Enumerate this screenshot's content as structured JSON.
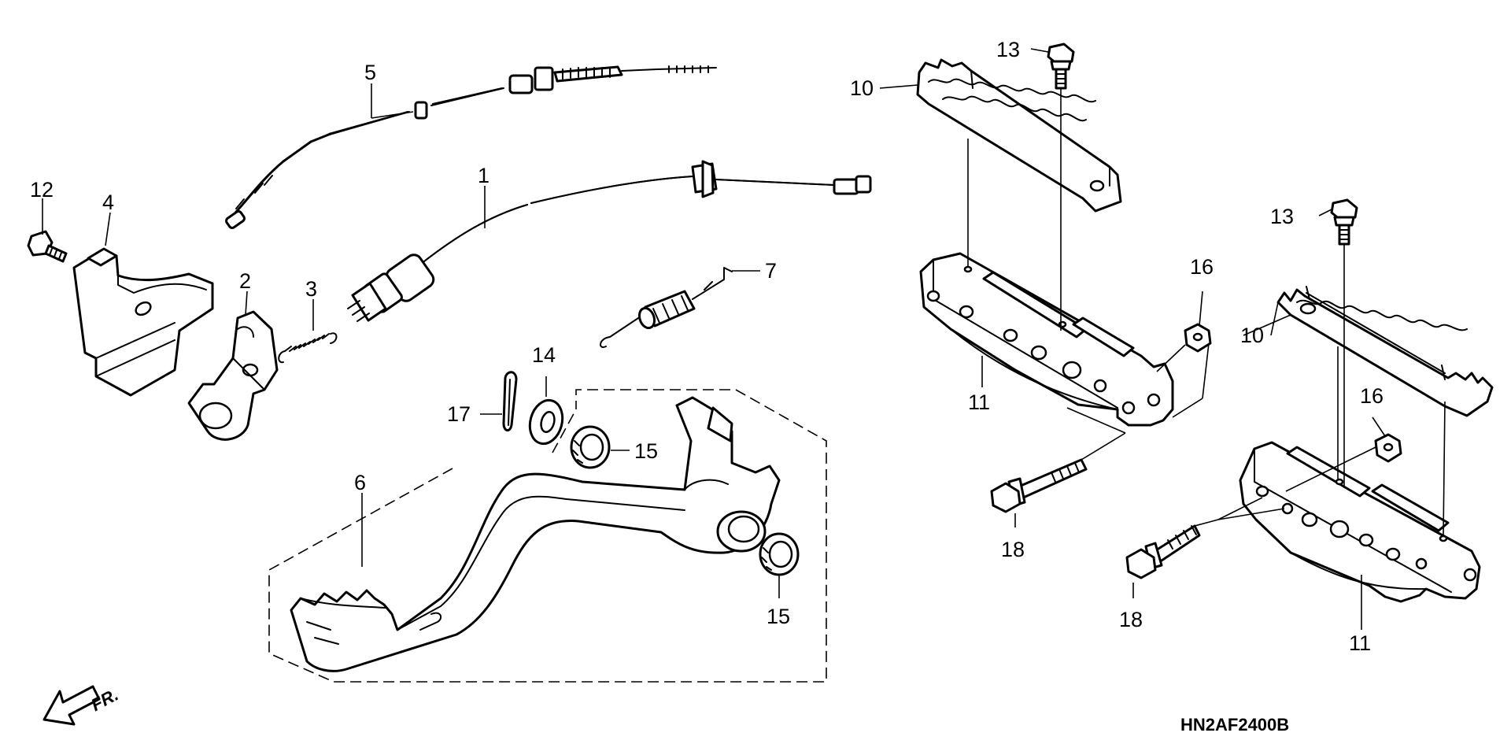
{
  "callouts": {
    "c1": "1",
    "c2": "2",
    "c3": "3",
    "c4": "4",
    "c5": "5",
    "c6": "6",
    "c7": "7",
    "c10a": "10",
    "c10b": "10",
    "c11a": "11",
    "c11b": "11",
    "c12": "12",
    "c13a": "13",
    "c13b": "13",
    "c14": "14",
    "c15a": "15",
    "c15b": "15",
    "c16a": "16",
    "c16b": "16",
    "c17": "17",
    "c18a": "18",
    "c18b": "18"
  },
  "direction_label": "FR.",
  "diagram_code": "HN2AF2400B"
}
